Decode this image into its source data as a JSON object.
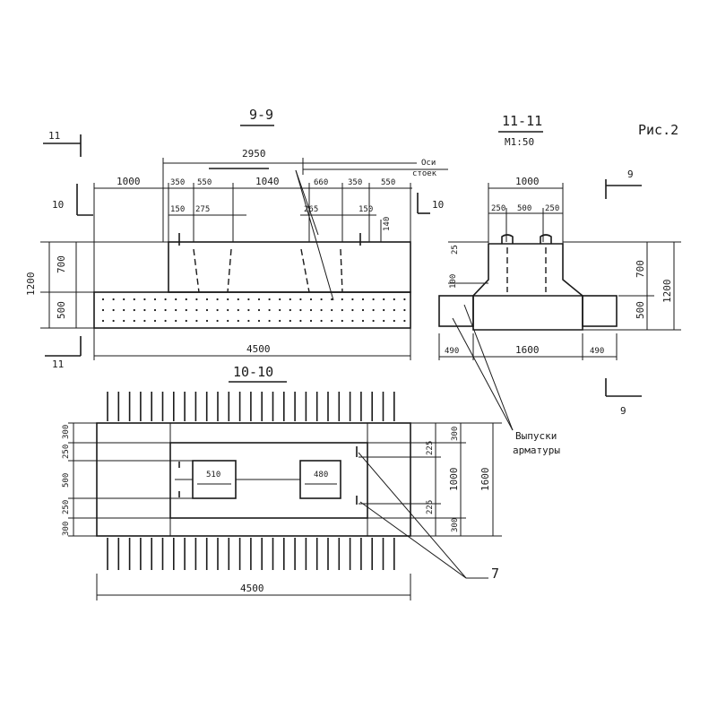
{
  "figure_label": "Рис.2",
  "sections": {
    "s99": {
      "title": "9-9",
      "overall": "2950",
      "axes_note_1": "Оси",
      "axes_note_2": "стоек",
      "dims_top": [
        "1000",
        "350",
        "550",
        "1040",
        "660",
        "350",
        "550"
      ],
      "dims_small": [
        "150",
        "275",
        "265",
        "150",
        "140"
      ],
      "height_total": "1200",
      "height_upper": "700",
      "height_lower": "500",
      "length": "4500",
      "cut_marks": {
        "a": "11",
        "b": "10",
        "c": "10",
        "d": "11"
      }
    },
    "s1111": {
      "title": "11-11",
      "scale": "М1:50",
      "dims_top": [
        "1000",
        "250",
        "500",
        "250"
      ],
      "dims_small": [
        "25",
        "100"
      ],
      "height_total": "1200",
      "height_upper": "700",
      "height_lower": "500",
      "dims_bottom": [
        "490",
        "1600",
        "490"
      ],
      "cut_marks": {
        "top": "9",
        "bottom": "9"
      }
    },
    "s1010": {
      "title": "10-10",
      "dims_left": [
        "300",
        "250",
        "500",
        "250",
        "300"
      ],
      "dims_right_inner": [
        "300",
        "225",
        "1000",
        "225",
        "300"
      ],
      "width_total": "1600",
      "pad_widths": [
        "510",
        "480"
      ],
      "length": "4500"
    }
  },
  "callouts": {
    "rebar_1": "Выпуски",
    "rebar_2": "арматуры",
    "item": "7"
  }
}
